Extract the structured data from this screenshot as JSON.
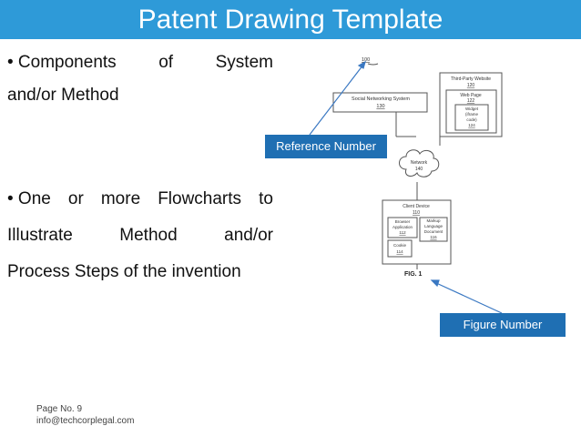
{
  "slide": {
    "title": "Patent Drawing Template",
    "bullets": {
      "components": {
        "line1": [
          "• Components",
          "of",
          "System"
        ],
        "line2": "and/or Method"
      },
      "flowcharts": {
        "line1": [
          "• One",
          "or",
          "more",
          "Flowcharts",
          "to"
        ],
        "line2": [
          "Illustrate",
          "Method",
          "and/or"
        ],
        "line3": "Process Steps of the invention"
      }
    },
    "callouts": {
      "reference": "Reference Number",
      "figure": "Figure Number"
    },
    "footer": {
      "page": "Page No. 9",
      "email": "info@techcorplegal.com"
    }
  },
  "drawing": {
    "ref_top": "100",
    "social": {
      "label": "Social Networking System",
      "num": "130"
    },
    "third_party": {
      "label": "Third-Party Website",
      "num": "120"
    },
    "web_page": {
      "label": "Web Page",
      "num": "122"
    },
    "widget": {
      "line1": "Widget",
      "line2": "(iframe",
      "line3": "code)",
      "num": "124"
    },
    "network": {
      "label": "Network",
      "num": "140"
    },
    "client": {
      "label": "Client Device",
      "num": "110"
    },
    "browser": {
      "line1": "Browser",
      "line2": "Application",
      "num": "112"
    },
    "markup": {
      "line1": "Markup",
      "line2": "Language",
      "line3": "Document",
      "num": "116"
    },
    "cookie": {
      "label": "Cookie",
      "num": "114"
    },
    "fig_label": "FIG. 1"
  },
  "colors": {
    "title_bar": "#2e9ad8",
    "callout_bg": "#1f6fb3",
    "arrow": "#3a78c2"
  }
}
